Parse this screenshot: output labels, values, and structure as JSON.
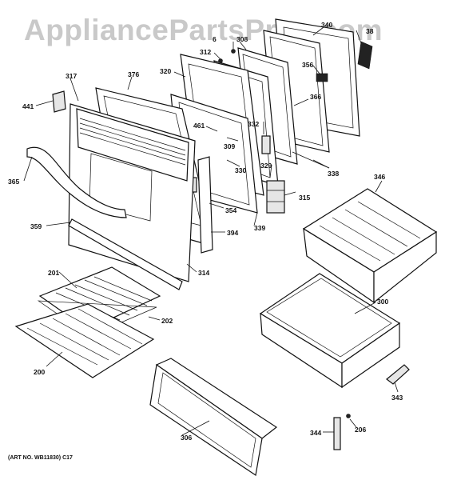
{
  "watermark": "AppliancePartsPros.com",
  "art_number": "(ART NO. WB11830) C17",
  "callouts": {
    "c340": "340",
    "c338a": "38",
    "c316": "6",
    "c312": "312",
    "c308": "308",
    "c320": "320",
    "c376": "376",
    "c317": "317",
    "c441": "441",
    "c356": "356",
    "c366": "366",
    "c461": "461",
    "c332": "332",
    "c309": "309",
    "c330": "330",
    "c329": "329",
    "c338": "338",
    "c346": "346",
    "c365": "365",
    "c315": "315",
    "c354": "354",
    "c339": "339",
    "c394": "394",
    "c359": "359",
    "c314": "314",
    "c201": "201",
    "c300": "300",
    "c202": "202",
    "c200": "200",
    "c343": "343",
    "c306": "306",
    "c344": "344",
    "c206": "206"
  }
}
